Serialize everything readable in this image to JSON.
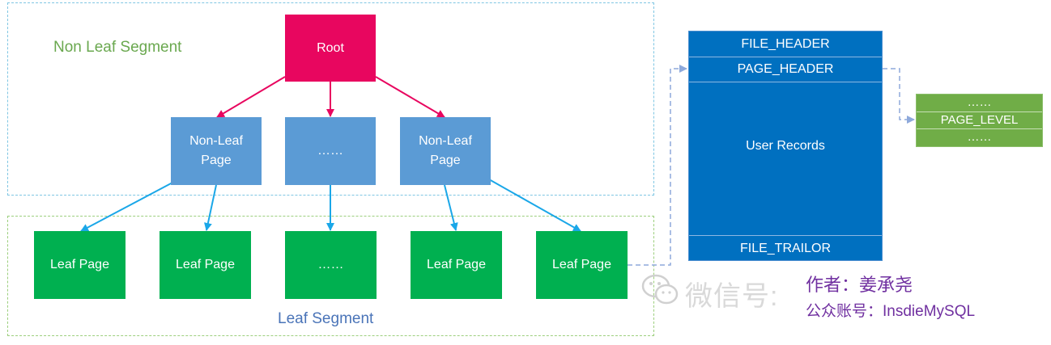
{
  "segments": {
    "non_leaf_label": "Non Leaf Segment",
    "leaf_label": "Leaf Segment"
  },
  "tree": {
    "root": "Root",
    "non_leaf_pages": [
      "Non-Leaf\nPage",
      "……",
      "Non-Leaf\nPage"
    ],
    "leaf_pages": [
      "Leaf Page",
      "Leaf Page",
      "……",
      "Leaf Page",
      "Leaf Page"
    ]
  },
  "page_structure": {
    "rows": [
      "FILE_HEADER",
      "PAGE_HEADER",
      "User Records",
      "FILE_TRAILOR"
    ]
  },
  "page_header_detail": {
    "rows": [
      "……",
      "PAGE_LEVEL",
      "……"
    ]
  },
  "watermark": {
    "wechat": "微信号:",
    "author": "作者：姜承尧",
    "account": "公众账号：InsdieMySQL"
  },
  "colors": {
    "root": "#e8065f",
    "non_leaf_page": "#5b9bd5",
    "leaf_page": "#00b050",
    "page_structure": "#0070c0",
    "page_level": "#70ad47",
    "root_arrows": "#e8065f",
    "leaf_arrows": "#1aa7e8",
    "connector": "#8ea9db"
  }
}
